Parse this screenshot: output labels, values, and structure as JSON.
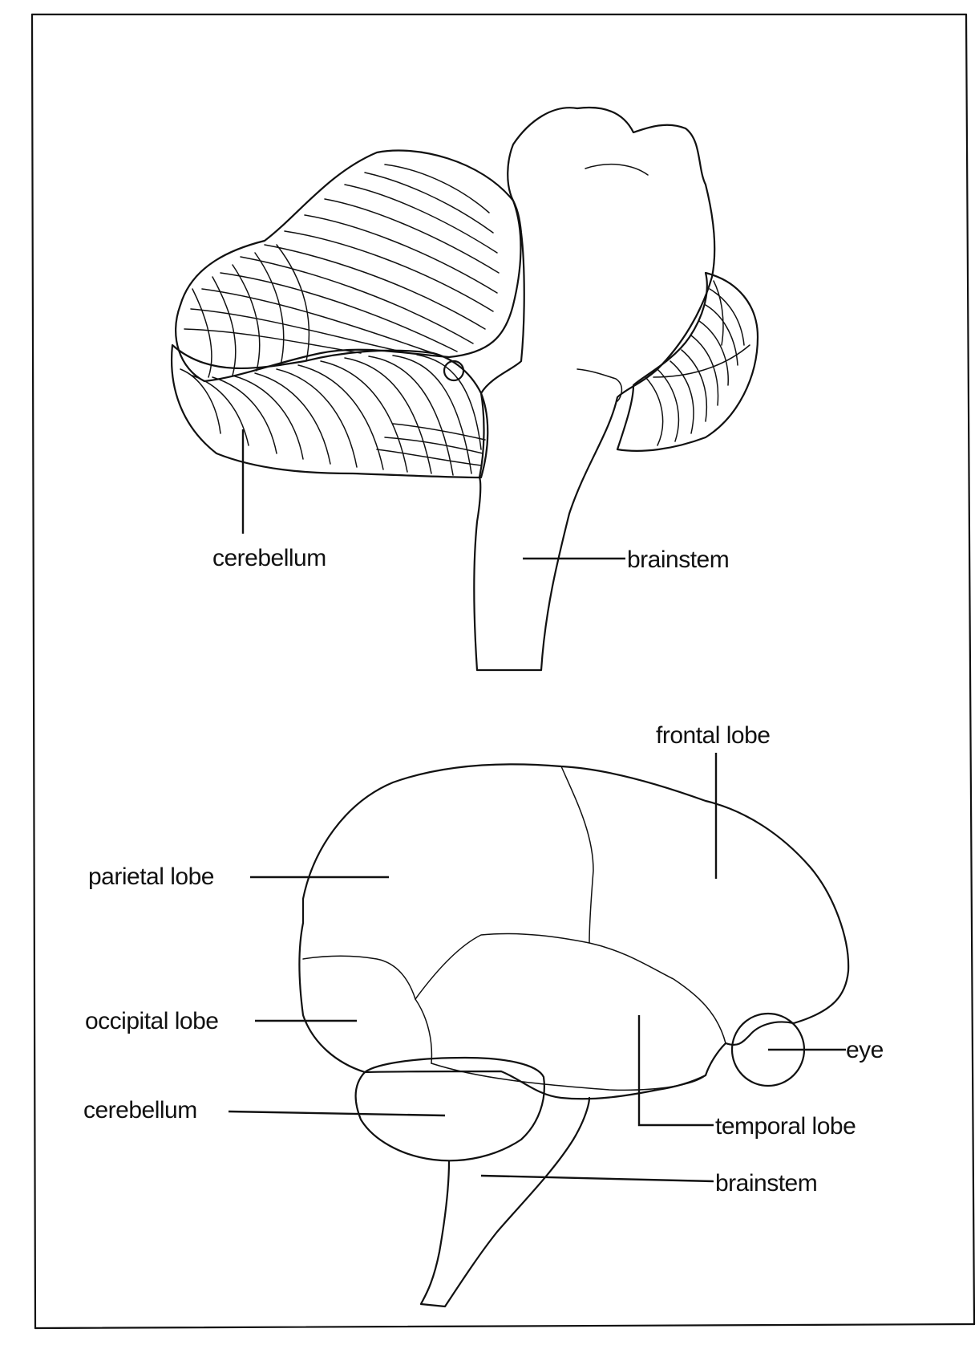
{
  "colors": {
    "ink": "#111111",
    "paper": "#ffffff"
  },
  "top_view": {
    "labels": {
      "cerebellum": "cerebellum",
      "brainstem": "brainstem"
    }
  },
  "side_view": {
    "labels": {
      "frontal_lobe": "frontal lobe",
      "parietal_lobe": "parietal lobe",
      "occipital_lobe": "occipital lobe",
      "cerebellum": "cerebellum",
      "temporal_lobe": "temporal lobe",
      "eye": "eye",
      "brainstem": "brainstem"
    }
  }
}
